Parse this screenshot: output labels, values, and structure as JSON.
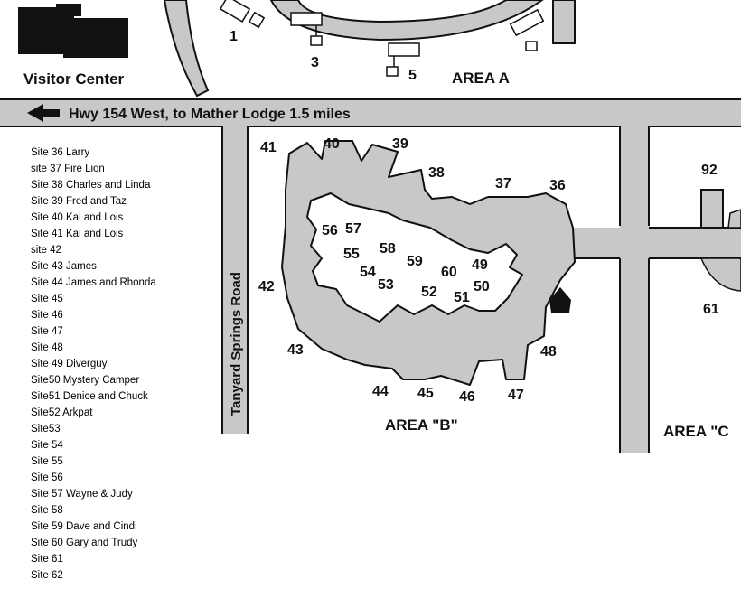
{
  "map": {
    "visitor_center": "Visitor Center",
    "highway": "Hwy 154 West, to Mather Lodge 1.5  miles",
    "road": "Tanyard Springs Road",
    "areas": [
      "AREA A",
      "AREA \"B\"",
      "AREA \"C"
    ],
    "area_a_sites": [
      "1",
      "3",
      "5"
    ],
    "area_b_sites": [
      "36",
      "37",
      "38",
      "39",
      "40",
      "41",
      "42",
      "43",
      "44",
      "45",
      "46",
      "47",
      "48",
      "49",
      "50",
      "51",
      "52",
      "53",
      "54",
      "55",
      "56",
      "57",
      "58",
      "59",
      "60"
    ],
    "area_c_sites": [
      "61",
      "92"
    ],
    "colors": {
      "road": "#c8c8c8",
      "outline": "#111111",
      "background": "#ffffff"
    }
  },
  "site_list": [
    "Site 36 Larry",
    "site 37 Fire Lion",
    "Site 38 Charles and Linda",
    "Site 39 Fred and Taz",
    "Site 40 Kai and Lois",
    "Site 41  Kai and Lois",
    "site 42",
    "Site 43 James",
    "Site 44 James and Rhonda",
    "Site 45",
    "Site 46",
    "Site 47",
    "Site 48",
    "Site 49 Diverguy",
    "Site50  Mystery Camper",
    "Site51  Denice and Chuck",
    "Site52 Arkpat",
    "Site53",
    "Site 54",
    "Site 55",
    "Site 56",
    "Site 57 Wayne & Judy",
    "Site 58",
    "Site 59 Dave and Cindi",
    "Site 60 Gary and Trudy",
    "Site 61",
    "Site 62"
  ]
}
